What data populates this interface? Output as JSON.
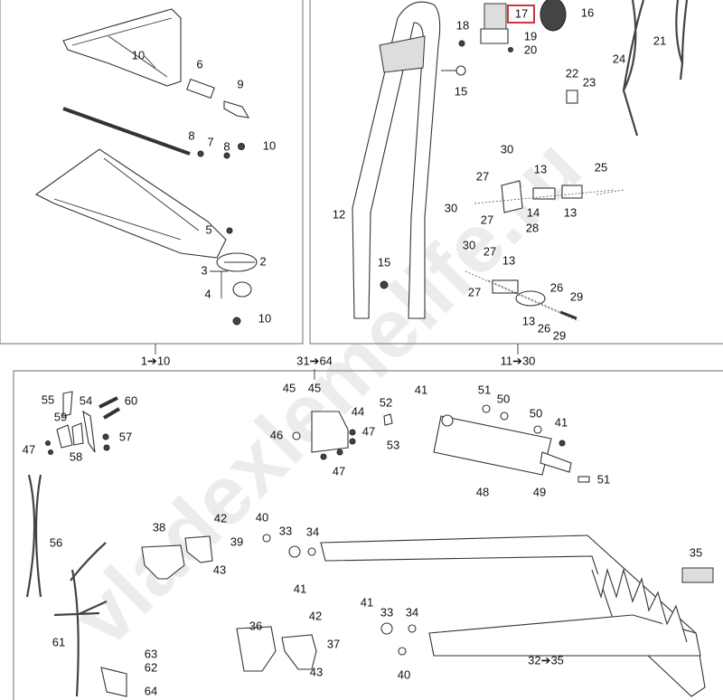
{
  "title": "Parts diagram - roll bar, light, mounting and scraper",
  "highlight_color": "#d0343a",
  "highlighted_callout": "17",
  "watermark": "vladexlemelife.ru",
  "group_ranges": [
    "1➔10",
    "11➔30",
    "31➔64",
    "32➔35"
  ],
  "callouts": [
    "10",
    "6",
    "9",
    "8",
    "7",
    "8",
    "10",
    "5",
    "2",
    "3",
    "4",
    "10",
    "17",
    "16",
    "18",
    "19",
    "20",
    "15",
    "21",
    "24",
    "22",
    "23",
    "12",
    "30",
    "25",
    "27",
    "13",
    "30",
    "27",
    "14",
    "13",
    "28",
    "15",
    "30",
    "27",
    "13",
    "27",
    "26",
    "29",
    "13",
    "26",
    "29",
    "55",
    "54",
    "60",
    "59",
    "57",
    "47",
    "58",
    "45",
    "45",
    "44",
    "46",
    "47",
    "47",
    "52",
    "53",
    "41",
    "51",
    "50",
    "50",
    "41",
    "48",
    "49",
    "51",
    "56",
    "38",
    "42",
    "39",
    "43",
    "40",
    "33",
    "34",
    "41",
    "61",
    "63",
    "62",
    "64",
    "36",
    "42",
    "37",
    "43",
    "41",
    "33",
    "34",
    "40",
    "35"
  ]
}
